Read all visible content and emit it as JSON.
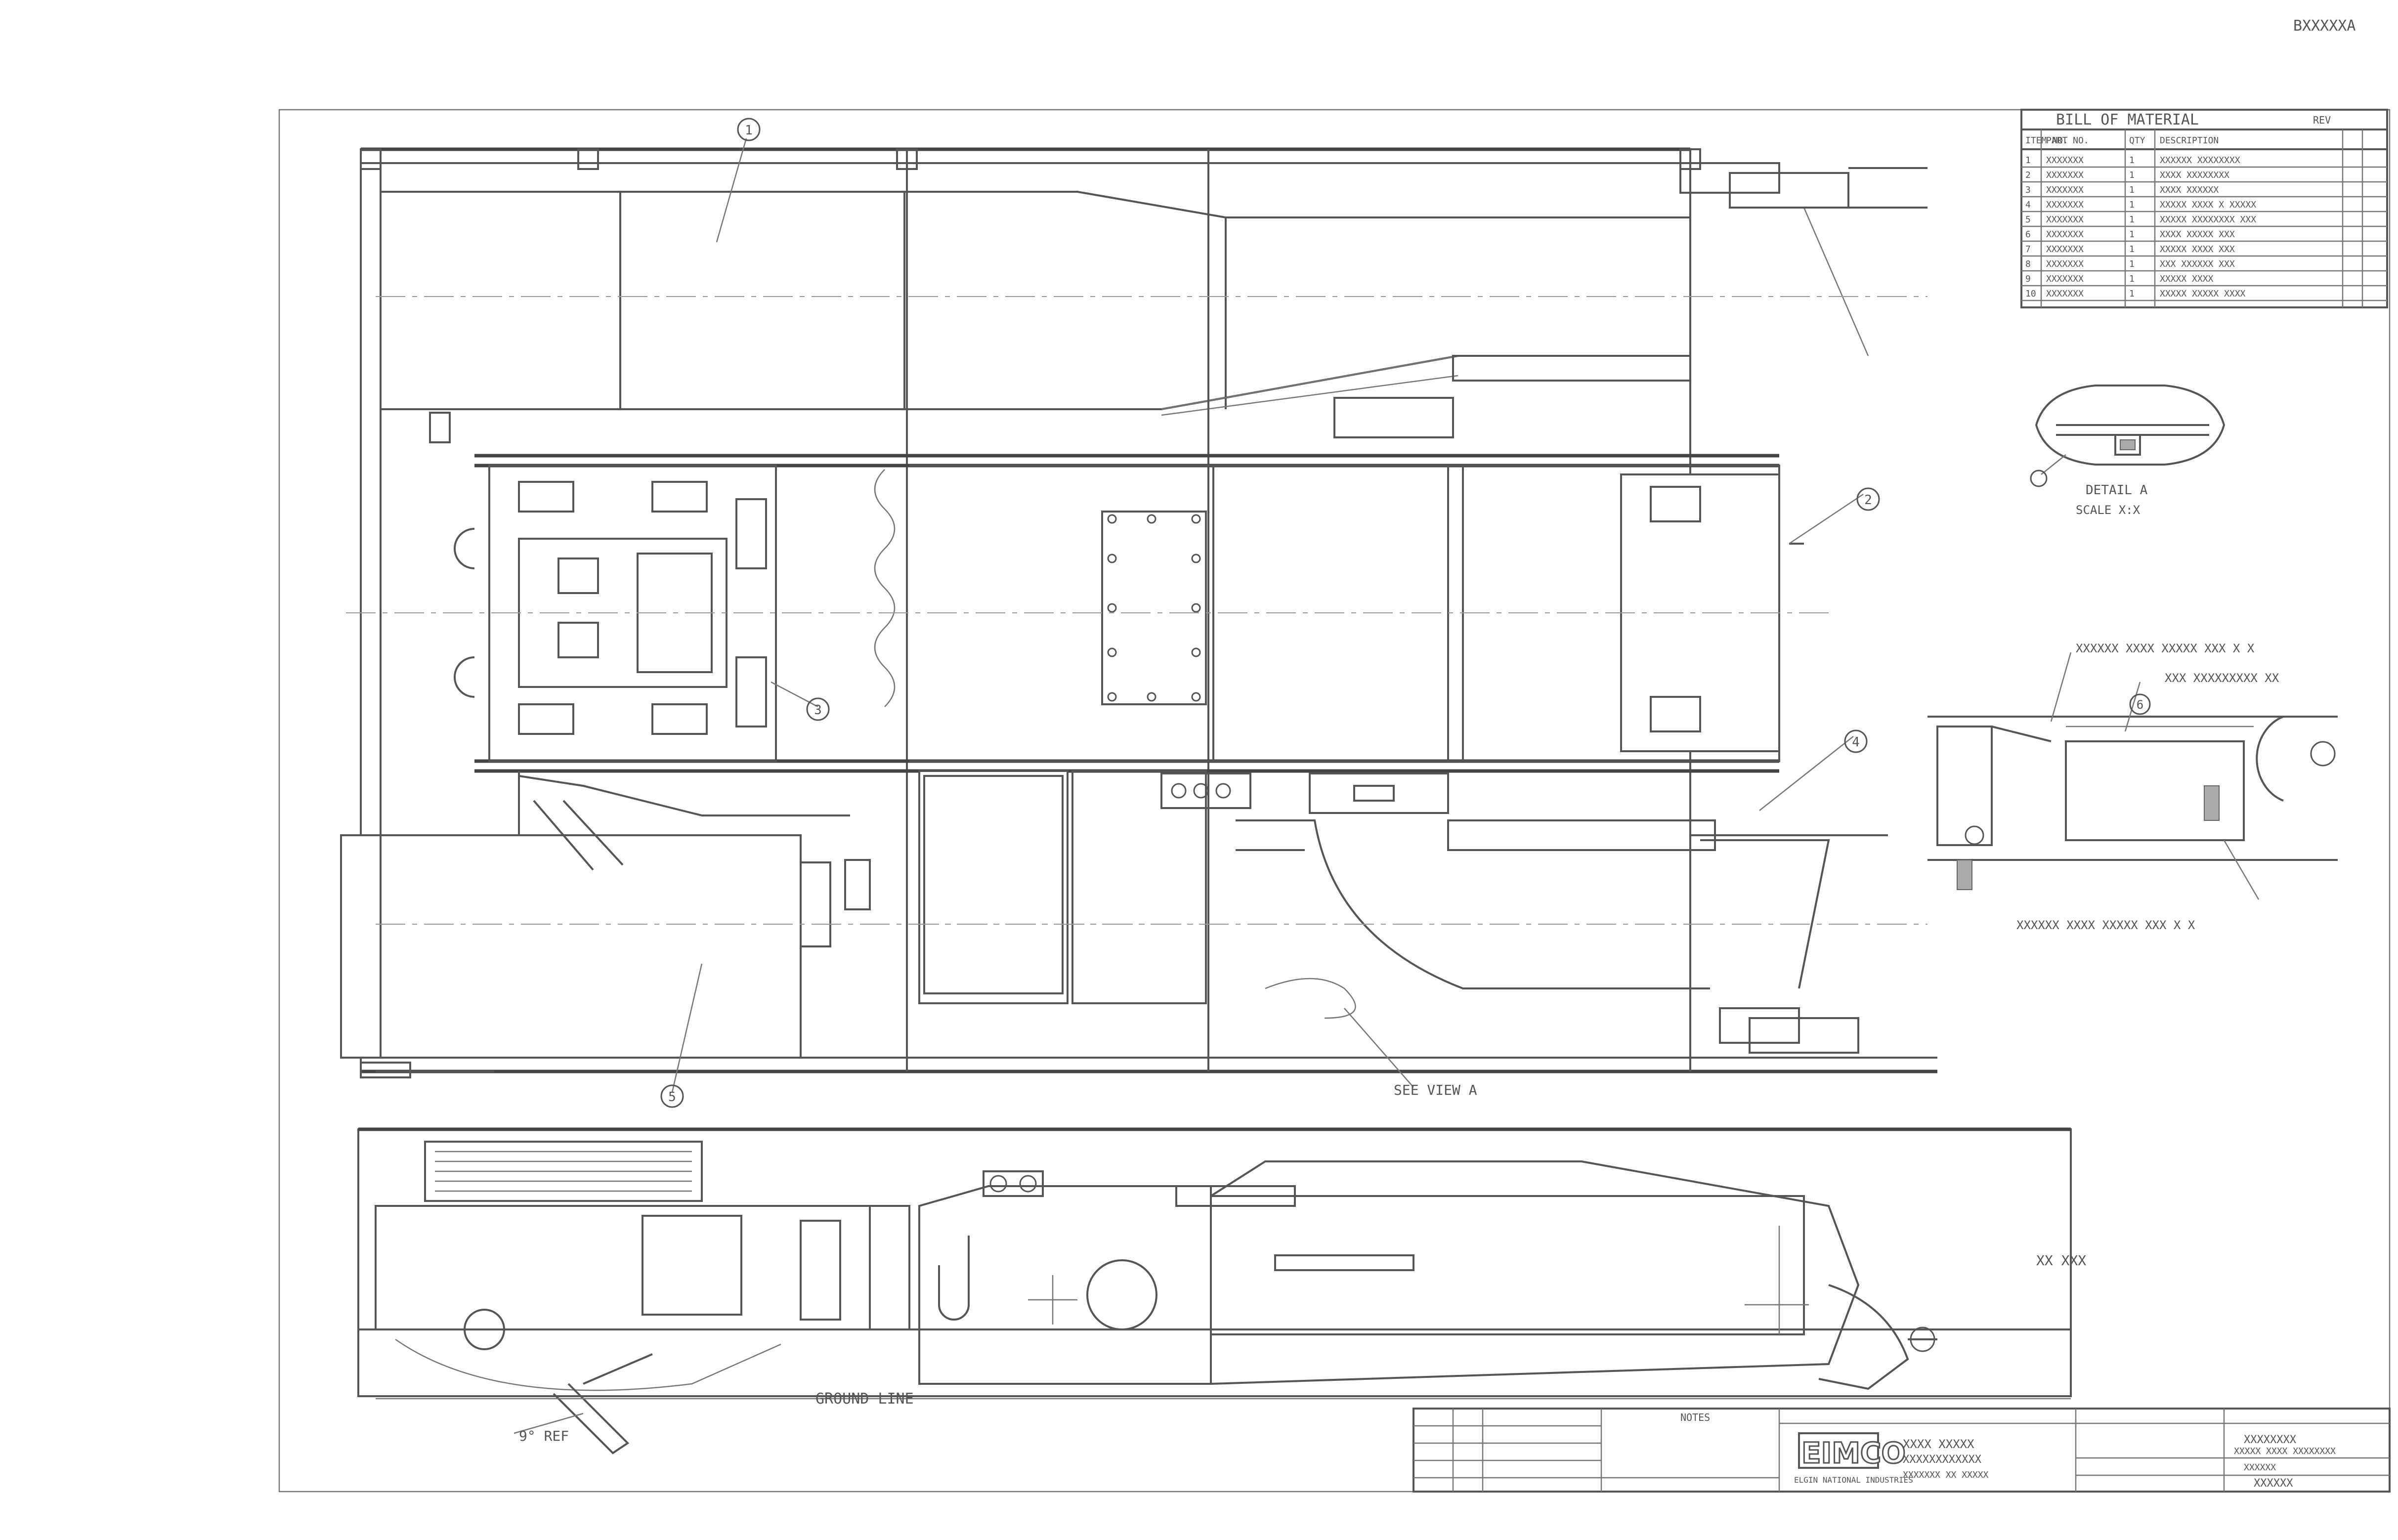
{
  "sheet_code": "BXXXXXA",
  "bom": {
    "title": "BILL OF MATERIAL",
    "rev_label": "REV",
    "headers": [
      "ITEM NO.",
      "PART NO.",
      "QTY",
      "DESCRIPTION"
    ],
    "rows": [
      {
        "item": "1",
        "part": "XXXXXXX",
        "qty": "1",
        "desc": "XXXXXX XXXXXXXX"
      },
      {
        "item": "2",
        "part": "XXXXXXX",
        "qty": "1",
        "desc": "XXXX XXXXXXXX"
      },
      {
        "item": "3",
        "part": "XXXXXXX",
        "qty": "1",
        "desc": "XXXX XXXXXX"
      },
      {
        "item": "4",
        "part": "XXXXXXX",
        "qty": "1",
        "desc": "XXXXX XXXX X XXXXX"
      },
      {
        "item": "5",
        "part": "XXXXXXX",
        "qty": "1",
        "desc": "XXXXX XXXXXXXX XXX"
      },
      {
        "item": "6",
        "part": "XXXXXXX",
        "qty": "1",
        "desc": "XXXX XXXXX XXX"
      },
      {
        "item": "7",
        "part": "XXXXXXX",
        "qty": "1",
        "desc": "XXXXX XXXX XXX"
      },
      {
        "item": "8",
        "part": "XXXXXXX",
        "qty": "1",
        "desc": "XXX XXXXXX XXX"
      },
      {
        "item": "9",
        "part": "XXXXXXX",
        "qty": "1",
        "desc": "XXXXX XXXX"
      },
      {
        "item": "10",
        "part": "XXXXXXX",
        "qty": "1",
        "desc": "XXXXX XXXXX XXXX"
      }
    ]
  },
  "balloons": [
    "1",
    "2",
    "3",
    "4",
    "5",
    "6"
  ],
  "detail_a": {
    "label": "DETAIL A",
    "scale": "SCALE X:X"
  },
  "section_notes": {
    "top_right": "XXXXXX XXXX XXXXX XXX X X",
    "mid_right": "XXX XXXXXXXXX XX",
    "bottom": "XXXXXX XXXX XXXXX XXX X X"
  },
  "see_view": "SEE VIEW A",
  "ground_line": "GROUND LINE",
  "angle_dim": "9° REF",
  "height_dim": "XX XXX",
  "title_block": {
    "company": "EIMCO",
    "company_sub": "ELGIN NATIONAL INDUSTRIES",
    "division_lines": [
      "XXXX XXXXX",
      "XXXXXXXXXXXX",
      "XXXXXXX XX XXXXX"
    ],
    "title_lines": [
      "XXXXXXXX",
      "XXXXX XXXX XXXXXXXX",
      "XXXXXX"
    ],
    "dwg_no": "XXXXXX",
    "notes_heading": "NOTES"
  }
}
